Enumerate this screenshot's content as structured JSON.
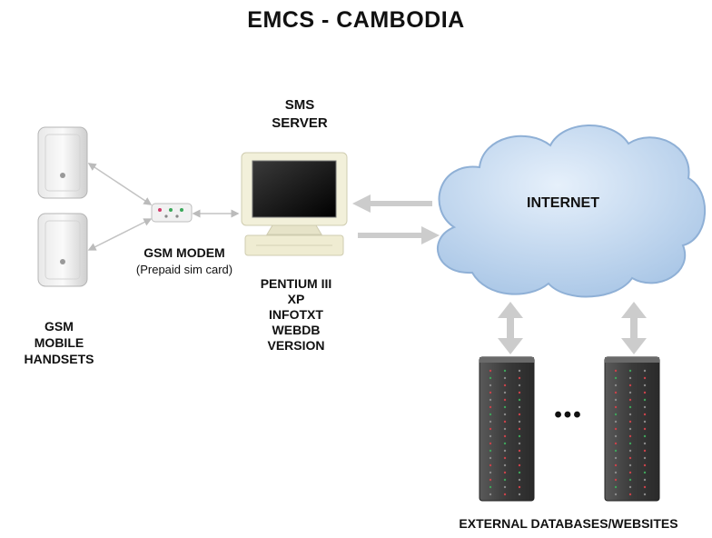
{
  "title": "EMCS - CAMBODIA",
  "labels": {
    "sms_server": [
      "SMS",
      "SERVER"
    ],
    "gsm_modem": "GSM MODEM",
    "gsm_modem_note": "(Prepaid sim card)",
    "server_specs": [
      "PENTIUM III",
      "XP",
      "INFOTXT",
      "WEBDB",
      "VERSION"
    ],
    "internet": "INTERNET",
    "gsm_handsets": [
      "GSM",
      "MOBILE",
      "HANDSETS"
    ],
    "external": "EXTERNAL DATABASES/WEBSITES",
    "ellipsis": "•••"
  },
  "colors": {
    "arrow": "#c8c8c8",
    "cloud_fill": "#bcd3ec",
    "cloud_stroke": "#8fb0d6",
    "rack": "#4a4a4a"
  }
}
